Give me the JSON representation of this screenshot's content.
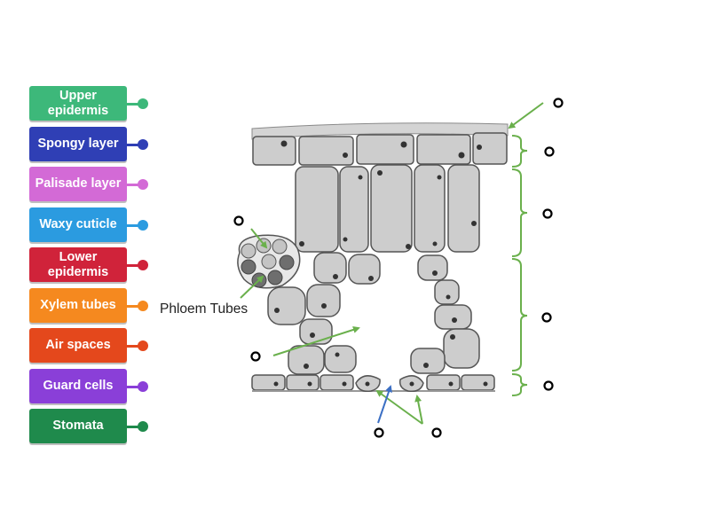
{
  "labels": [
    {
      "id": "upper-epidermis",
      "text": "Upper epidermis",
      "color": "#3db87a"
    },
    {
      "id": "spongy-layer",
      "text": "Spongy layer",
      "color": "#2f3fb5"
    },
    {
      "id": "palisade-layer",
      "text": "Palisade layer",
      "color": "#d36ad6"
    },
    {
      "id": "waxy-cuticle",
      "text": "Waxy cuticle",
      "color": "#2b9be0"
    },
    {
      "id": "lower-epidermis",
      "text": "Lower epidermis",
      "color": "#d0233a"
    },
    {
      "id": "xylem-tubes",
      "text": "Xylem tubes",
      "color": "#f5891f"
    },
    {
      "id": "air-spaces",
      "text": "Air spaces",
      "color": "#e4481c"
    },
    {
      "id": "guard-cells",
      "text": "Guard cells",
      "color": "#8a3fd8"
    },
    {
      "id": "stomata",
      "text": "Stomata",
      "color": "#1f8a4c"
    }
  ],
  "diagram": {
    "phloem_label": "Phloem Tubes",
    "arrow_color": "#6ab04c",
    "blue_arrow_color": "#3b6fc4"
  }
}
